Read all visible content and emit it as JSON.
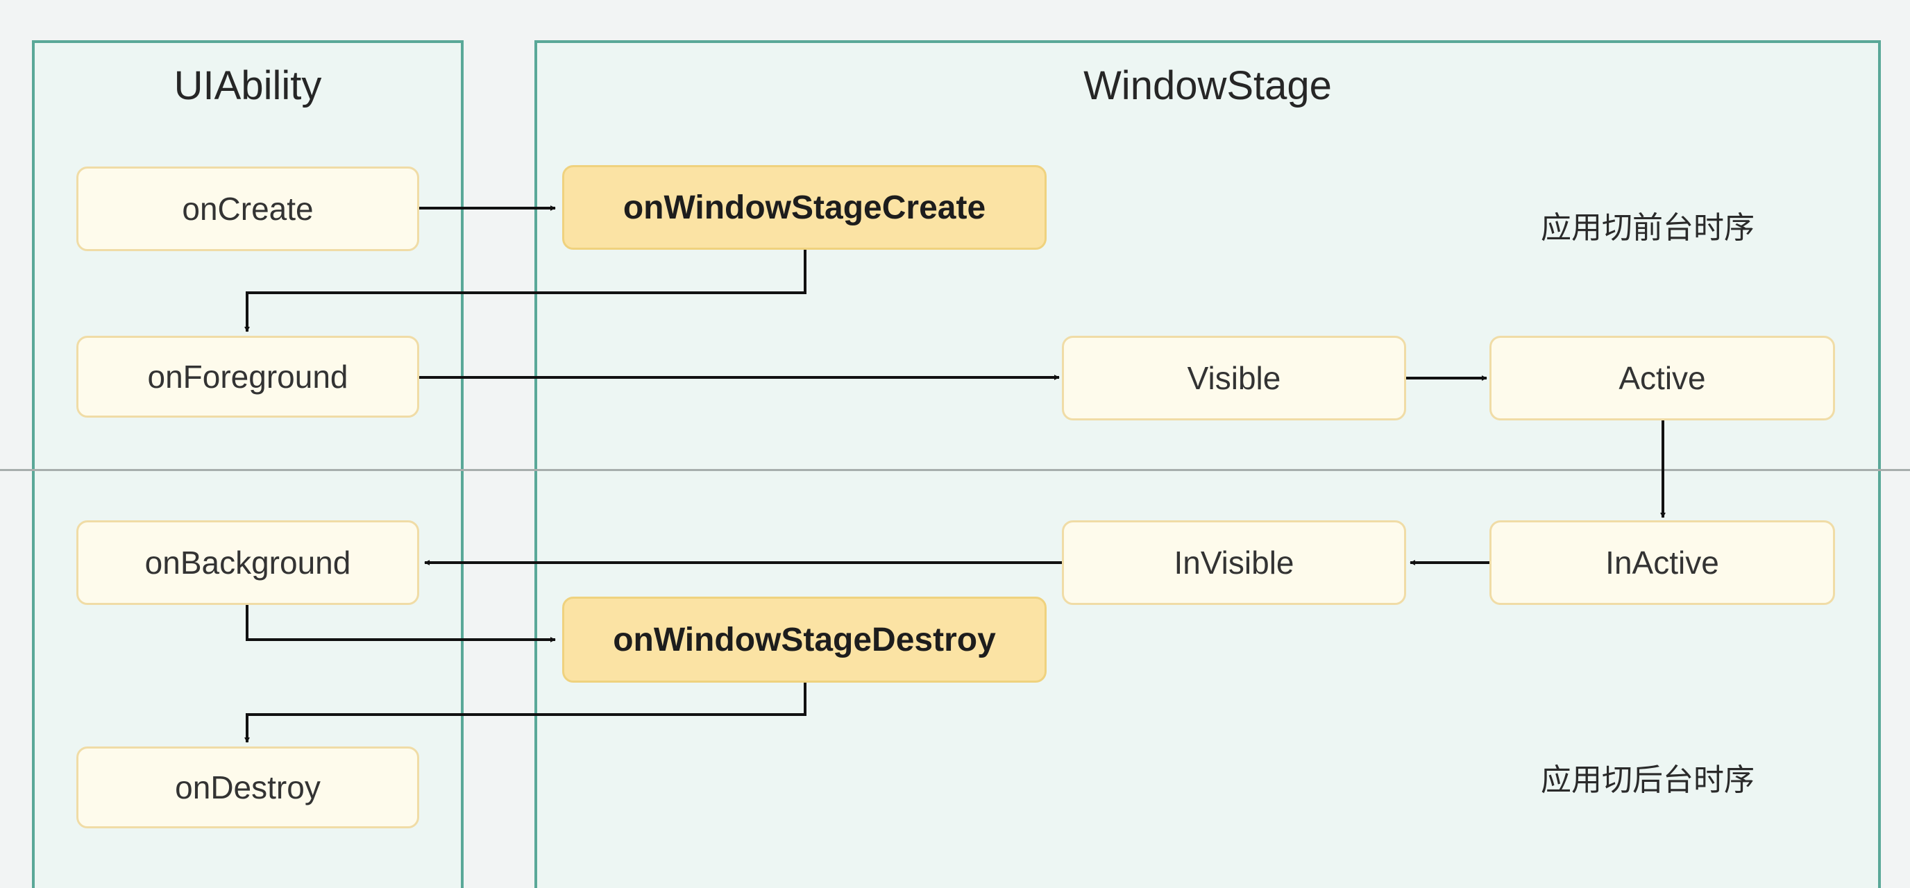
{
  "panels": {
    "uiability_title": "UIAbility",
    "windowstage_title": "WindowStage"
  },
  "nodes": {
    "on_create": "onCreate",
    "on_window_stage_create": "onWindowStageCreate",
    "on_foreground": "onForeground",
    "visible": "Visible",
    "active": "Active",
    "on_background": "onBackground",
    "invisible": "InVisible",
    "inactive": "InActive",
    "on_window_stage_destroy": "onWindowStageDestroy",
    "on_destroy": "onDestroy"
  },
  "notes": {
    "foreground_sequence": "应用切前台时序",
    "background_sequence": "应用切后台时序"
  },
  "colors": {
    "panel_border": "#5aa898",
    "panel_fill": "#edf6f3",
    "node_fill": "#fefbec",
    "key_node_fill": "#fbe3a4",
    "arrow": "#111111"
  }
}
